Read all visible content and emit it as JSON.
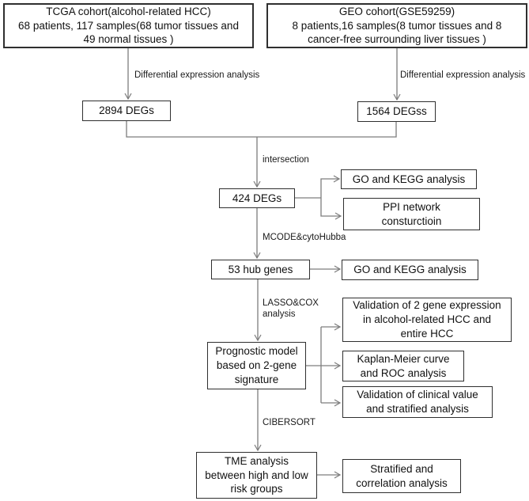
{
  "figure": {
    "type": "flowchart",
    "background": "#ffffff"
  },
  "colors": {
    "line": "#7d7d7d",
    "box_border": "#2f2f2f",
    "text": "#111111",
    "background": "#ffffff"
  },
  "nodes": {
    "tcga_cohort": {
      "lines": [
        "TCGA cohort(alcohol-related HCC)",
        "68 patients, 117 samples(68 tumor tissues and",
        "49 normal tissues )"
      ]
    },
    "geo_cohort": {
      "lines": [
        "GEO cohort(GSE59259)",
        "8 patients,16 samples(8 tumor tissues and 8",
        "cancer-free surrounding liver tissues )"
      ]
    },
    "tcga_degs": {
      "lines": [
        "2894 DEGs"
      ]
    },
    "geo_degs": {
      "lines": [
        "1564 DEGss"
      ]
    },
    "intersection_degs": {
      "lines": [
        "424 DEGs"
      ]
    },
    "go_kegg_1": {
      "lines": [
        "GO and KEGG analysis"
      ]
    },
    "ppi_network": {
      "lines": [
        "PPI network",
        "consturctioin"
      ]
    },
    "hub_genes": {
      "lines": [
        "53 hub genes"
      ]
    },
    "go_kegg_2": {
      "lines": [
        "GO and KEGG analysis"
      ]
    },
    "validation_expression": {
      "lines": [
        "Validation of 2 gene expression",
        "in alcohol-related HCC and",
        "entire HCC"
      ]
    },
    "prognostic_model": {
      "lines": [
        "Prognostic model",
        "based on 2-gene",
        "signature"
      ]
    },
    "kaplan_meier": {
      "lines": [
        "Kaplan-Meier curve",
        "and ROC analysis"
      ]
    },
    "validation_clinical": {
      "lines": [
        "Validation of clinical value",
        "and stratified analysis"
      ]
    },
    "tme_analysis": {
      "lines": [
        "TME analysis",
        "between high and low",
        "risk groups"
      ]
    },
    "stratified_correlation": {
      "lines": [
        "Stratified and",
        "correlation analysis"
      ]
    }
  },
  "edge_labels": {
    "diff_left": "Differential expression analysis",
    "diff_right": "Differential expression analysis",
    "intersection": "intersection",
    "mcode": "MCODE&cytoHubba",
    "lasso_1": "LASSO&COX",
    "lasso_2": "analysis",
    "cibersort": "CIBERSORT"
  }
}
